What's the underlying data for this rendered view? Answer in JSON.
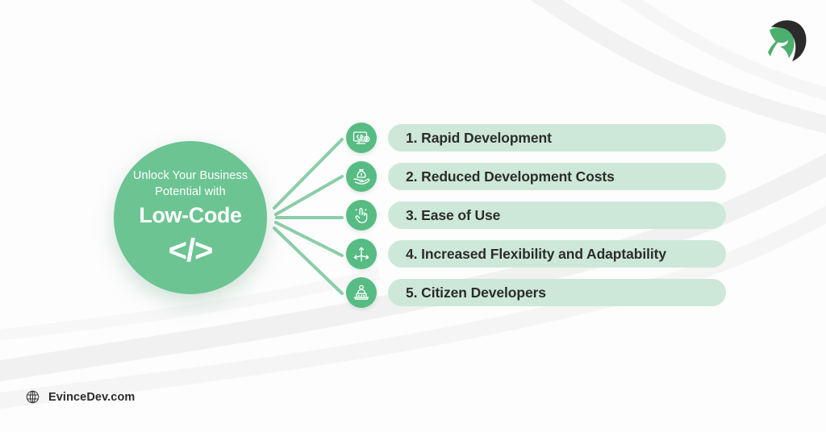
{
  "theme": {
    "page_background": "#fdfdfd",
    "hub_green": "#6CC493",
    "icon_green": "#57BC83",
    "pill_mint": "#CDE8D8",
    "connector_green": "#8CCDA8",
    "text_dark": "#2C2C2C",
    "logo_dark": "#2B2B2B",
    "logo_green": "#4CAF6E"
  },
  "logo": {
    "icon": "evincedev-arc-leaf-logo"
  },
  "hub": {
    "kicker": "Unlock Your Business Potential with",
    "title": "Low-Code",
    "glyph": "</>",
    "glyph_icon": "code-brackets-icon"
  },
  "benefits": [
    {
      "label": "1. Rapid Development",
      "icon": "monitor-code-gear-icon"
    },
    {
      "label": "2. Reduced Development Costs",
      "icon": "hand-money-bag-icon"
    },
    {
      "label": "3. Ease of Use",
      "icon": "pointing-hand-icon"
    },
    {
      "label": "4. Increased Flexibility and Adaptability",
      "icon": "branching-arrows-icon"
    },
    {
      "label": "5. Citizen Developers",
      "icon": "person-laptop-icon"
    }
  ],
  "footer": {
    "website": "EvinceDev.com",
    "icon": "globe-icon"
  }
}
